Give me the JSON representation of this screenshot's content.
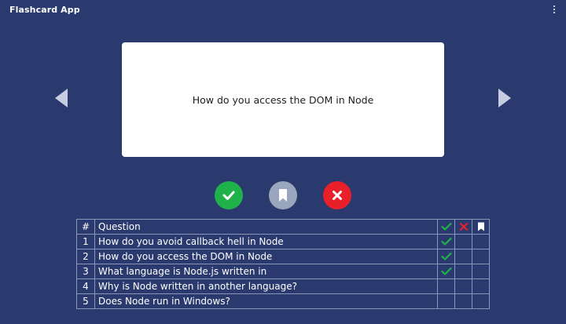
{
  "header": {
    "title": "Flashcard App",
    "menu_icon": "kebab-menu-icon"
  },
  "card": {
    "question": "How do you access the DOM in Node"
  },
  "navigation": {
    "prev_icon": "chevron-left-icon",
    "next_icon": "chevron-right-icon"
  },
  "actions": {
    "correct_icon": "check-icon",
    "bookmark_icon": "bookmark-icon",
    "wrong_icon": "close-icon",
    "colors": {
      "correct": "#1fb24a",
      "bookmark": "#9aa6bd",
      "wrong": "#e8202a"
    }
  },
  "table": {
    "headers": {
      "num": "#",
      "question": "Question",
      "correct_icon": "check-icon",
      "wrong_icon": "close-icon",
      "bookmark_icon": "bookmark-icon"
    },
    "rows": [
      {
        "num": "1",
        "question": "How do you avoid callback hell in Node",
        "correct": true,
        "wrong": false,
        "bookmarked": false
      },
      {
        "num": "2",
        "question": "How do you access the DOM in Node",
        "correct": true,
        "wrong": false,
        "bookmarked": false
      },
      {
        "num": "3",
        "question": "What language is Node.js written in",
        "correct": true,
        "wrong": false,
        "bookmarked": false
      },
      {
        "num": "4",
        "question": "Why is Node written in another language?",
        "correct": false,
        "wrong": false,
        "bookmarked": false
      },
      {
        "num": "5",
        "question": "Does Node run in Windows?",
        "correct": false,
        "wrong": false,
        "bookmarked": false
      }
    ]
  },
  "colors": {
    "background": "#2a3a6e",
    "card": "#ffffff",
    "check": "#1fb24a",
    "cross": "#e8202a"
  }
}
